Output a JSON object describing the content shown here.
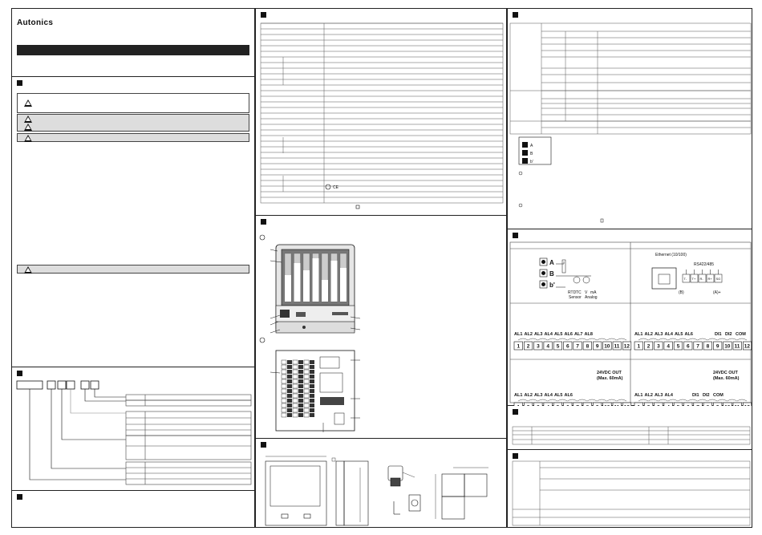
{
  "header": {
    "brand": "Autonics"
  },
  "rear_panel": {
    "terminals": [
      "A",
      "B",
      "b'"
    ],
    "legend": [
      "A",
      "B",
      "b'"
    ]
  },
  "connections": {
    "left_top": {
      "terminals": [
        "A",
        "B",
        "b'"
      ],
      "labels": {
        "rtd": "RTD",
        "tc": "TC",
        "v": "V",
        "ma": "mA",
        "sensor": "Sensor",
        "analog": "Analog"
      }
    },
    "right_top": {
      "ethernet": "Ethernet\n(10/100)",
      "rs": "RS422/485",
      "pins": [
        "T-",
        "T+",
        "R-",
        "R+",
        "SG"
      ],
      "b_label": "(B)",
      "a_label": "(A)+"
    },
    "blocks": [
      {
        "alarms": [
          "AL1",
          "AL2",
          "AL3",
          "AL4",
          "AL5",
          "AL6",
          "AL7",
          "AL8"
        ],
        "extra": [],
        "out": ""
      },
      {
        "alarms": [
          "AL1",
          "AL2",
          "AL3",
          "AL4",
          "AL5",
          "AL6"
        ],
        "extra": [
          "DI1",
          "DI2",
          "COM"
        ],
        "out": ""
      },
      {
        "alarms": [
          "AL1",
          "AL2",
          "AL3",
          "AL4",
          "AL5",
          "AL6"
        ],
        "extra": [],
        "out": "24VDC OUT\n(Max. 60mA)"
      },
      {
        "alarms": [
          "AL1",
          "AL2",
          "AL3",
          "AL4"
        ],
        "extra": [
          "DI1",
          "DI2",
          "COM"
        ],
        "out": "24VDC OUT\n(Max. 60mA)"
      }
    ],
    "numbers": [
      "1",
      "2",
      "3",
      "4",
      "5",
      "6",
      "7",
      "8",
      "9",
      "10",
      "11",
      "12"
    ]
  }
}
